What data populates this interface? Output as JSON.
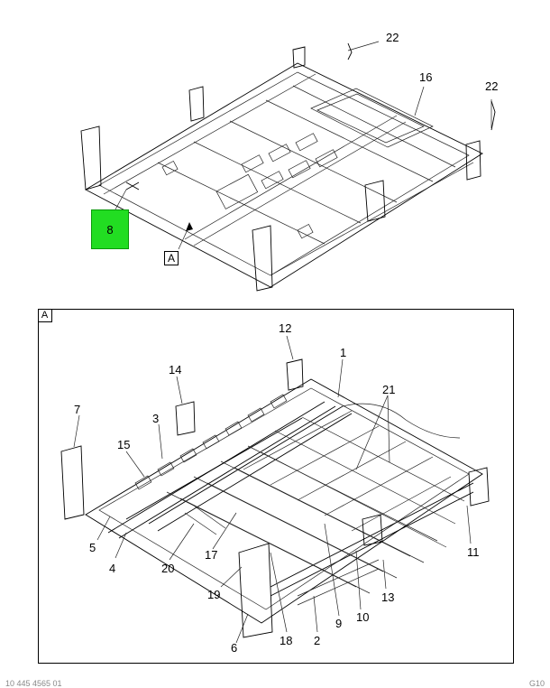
{
  "overview": {
    "highlight_label": "8",
    "view_tag": "A",
    "callouts": [
      "22",
      "16",
      "22"
    ],
    "highlight_color": "#22dd22"
  },
  "detail": {
    "view_tag": "A",
    "callouts": [
      "12",
      "1",
      "14",
      "21",
      "7",
      "3",
      "15",
      "5",
      "4",
      "20",
      "17",
      "19",
      "18",
      "2",
      "9",
      "10",
      "13",
      "11",
      "6"
    ]
  },
  "footer": {
    "left": "10 445 4565 01",
    "right": "G10"
  }
}
